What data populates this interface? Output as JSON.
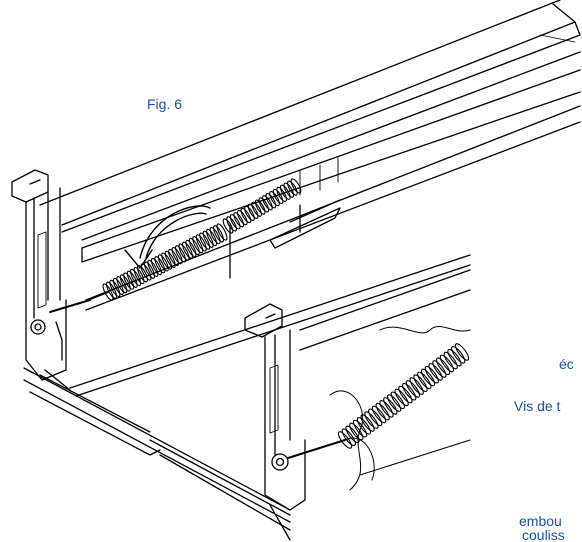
{
  "figure": {
    "label": "Fig. 6",
    "callouts": {
      "ecrou": "éc",
      "vis": "Vis de t",
      "embout": "embou",
      "coulisse": "couliss"
    }
  },
  "colors": {
    "label_text": "#1f4fa0",
    "line": "#000000"
  }
}
